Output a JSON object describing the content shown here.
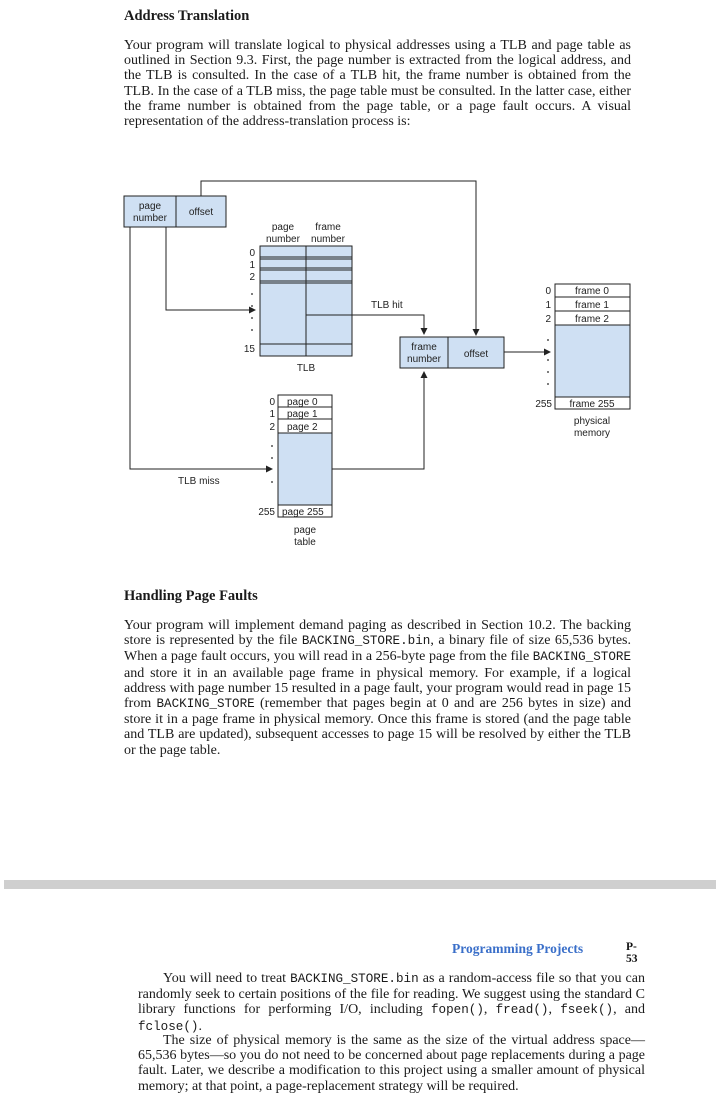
{
  "section1": {
    "heading": "Address Translation",
    "paragraph": "Your program will translate logical to physical addresses using a TLB and page table as outlined in Section 9.3. First, the page number is extracted from the logical address, and the TLB is consulted. In the case of a TLB hit, the frame number is obtained from the TLB. In the case of a TLB miss, the page table must be consulted. In the latter case, either the frame number is obtained from the page table, or a page fault occurs. A visual representation of the address-translation process is:"
  },
  "diagram": {
    "logical_page": [
      "page",
      "number"
    ],
    "logical_offset": "offset",
    "tlb_col1": [
      "page",
      "number"
    ],
    "tlb_col2": [
      "frame",
      "number"
    ],
    "tlb_idx": [
      "0",
      "1",
      "2",
      "15"
    ],
    "tlb_label": "TLB",
    "tlb_hit": "TLB hit",
    "tlb_miss": "TLB miss",
    "phys_frame": [
      "frame",
      "number"
    ],
    "phys_offset": "offset",
    "pt_idx": [
      "0",
      "1",
      "2",
      "255"
    ],
    "pt_entries": [
      "page 0",
      "page 1",
      "page 2",
      "page 255"
    ],
    "pt_label": [
      "page",
      "table"
    ],
    "mem_idx": [
      "0",
      "1",
      "2",
      "255"
    ],
    "mem_entries": [
      "frame 0",
      "frame 1",
      "frame 2",
      "frame 255"
    ],
    "mem_label": [
      "physical",
      "memory"
    ]
  },
  "section2": {
    "heading": "Handling Page Faults",
    "p_a": "Your program will implement demand paging as described in Section 10.2. The backing store is represented by the file ",
    "code1": "BACKING_STORE.bin",
    "p_b": ", a binary file of size 65,536 bytes. When a page fault occurs, you will read in a 256-byte page from the file ",
    "code2": "BACKING_STORE",
    "p_c": " and store it in an available page frame in physical memory. For example, if a logical address with page number 15 resulted in a page fault, your program would read in page 15 from ",
    "code3": "BACKING_STORE",
    "p_d": " (remember that pages begin at 0 and are 256 bytes in size) and store it in a page frame in physical memory. Once this frame is stored (and the page table and TLB are updated), subsequent accesses to page 15 will be resolved by either the TLB or the page table."
  },
  "page2": {
    "header_title": "Programming Projects",
    "header_page": "P-53",
    "p1_a": "You will need to treat ",
    "p1_code": "BACKING_STORE.bin",
    "p1_b": " as a random-access file so that you can randomly seek to certain positions of the file for reading. We suggest using the standard C library functions for performing I/O, including ",
    "p1_c1": "fopen()",
    "p1_s1": ", ",
    "p1_c2": "fread()",
    "p1_s2": ", ",
    "p1_c3": "fseek()",
    "p1_s3": ", and ",
    "p1_c4": "fclose()",
    "p1_s4": ".",
    "p2": "The size of physical memory is the same as the size of the virtual address space—65,536 bytes—so you do not need to be concerned about page replacements during a page fault. Later, we describe a modification to this project using a smaller amount of physical memory; at that point, a page-replacement strategy will be required."
  }
}
